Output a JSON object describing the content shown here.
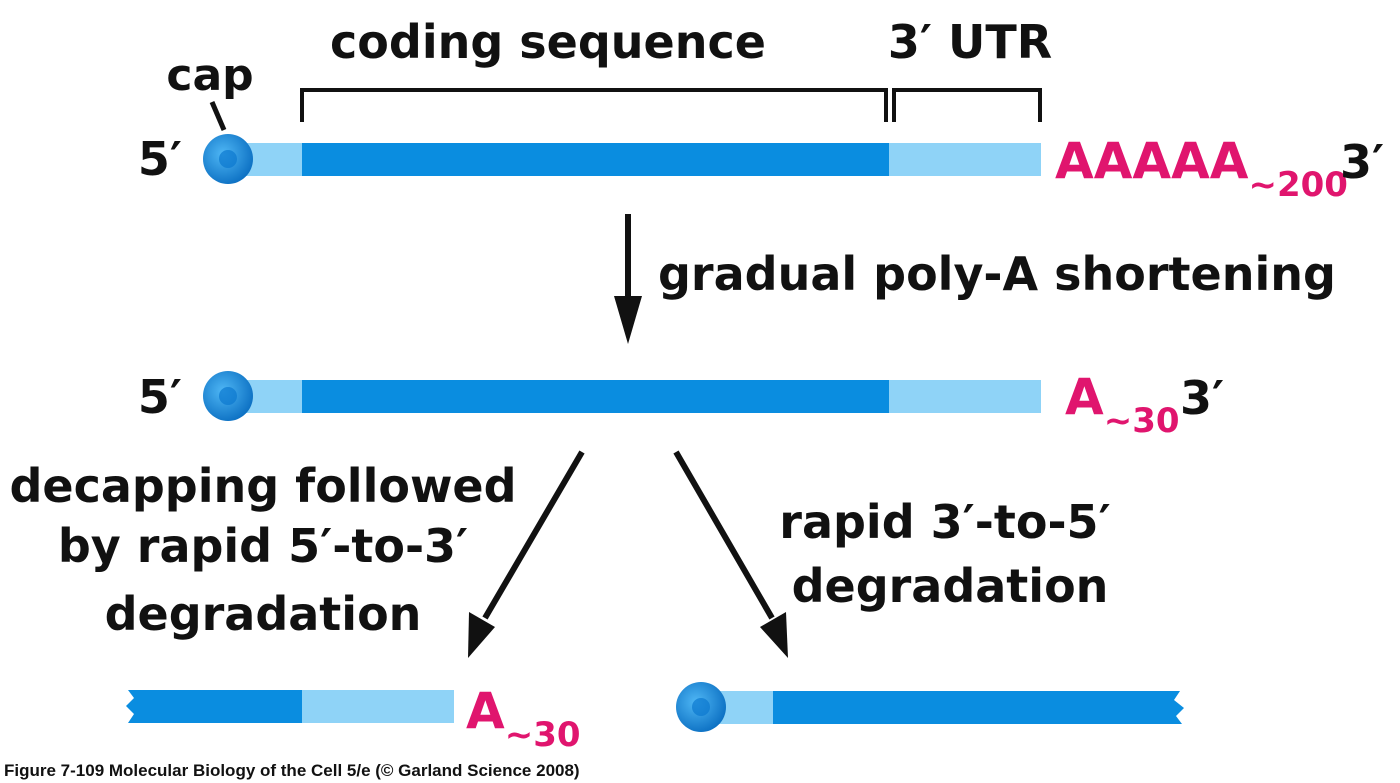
{
  "colors": {
    "coding": "#0a8de0",
    "utr": "#8fd3f7",
    "cap": "#1e8fe0",
    "polya": "#e0156e",
    "text": "#111111"
  },
  "top": {
    "cap_label": "cap",
    "coding_label": "coding sequence",
    "utr_label": "3′ UTR",
    "five_prime": "5′",
    "polya_text": "AAAAA",
    "polya_sub": "~200",
    "three_prime": "3′"
  },
  "step1": {
    "label": "gradual poly-A shortening"
  },
  "middle": {
    "five_prime": "5′",
    "polya_text": "A",
    "polya_sub": "~30",
    "three_prime": "3′"
  },
  "left_path": {
    "line1": "decapping followed",
    "line2": "by rapid 5′-to-3′",
    "line3": "degradation"
  },
  "right_path": {
    "line1": "rapid 3′-to-5′",
    "line2": "degradation"
  },
  "bottom_left": {
    "polya_text": "A",
    "polya_sub": "~30"
  },
  "caption": "Figure 7-109  Molecular Biology of the Cell 5/e (© Garland Science 2008)"
}
